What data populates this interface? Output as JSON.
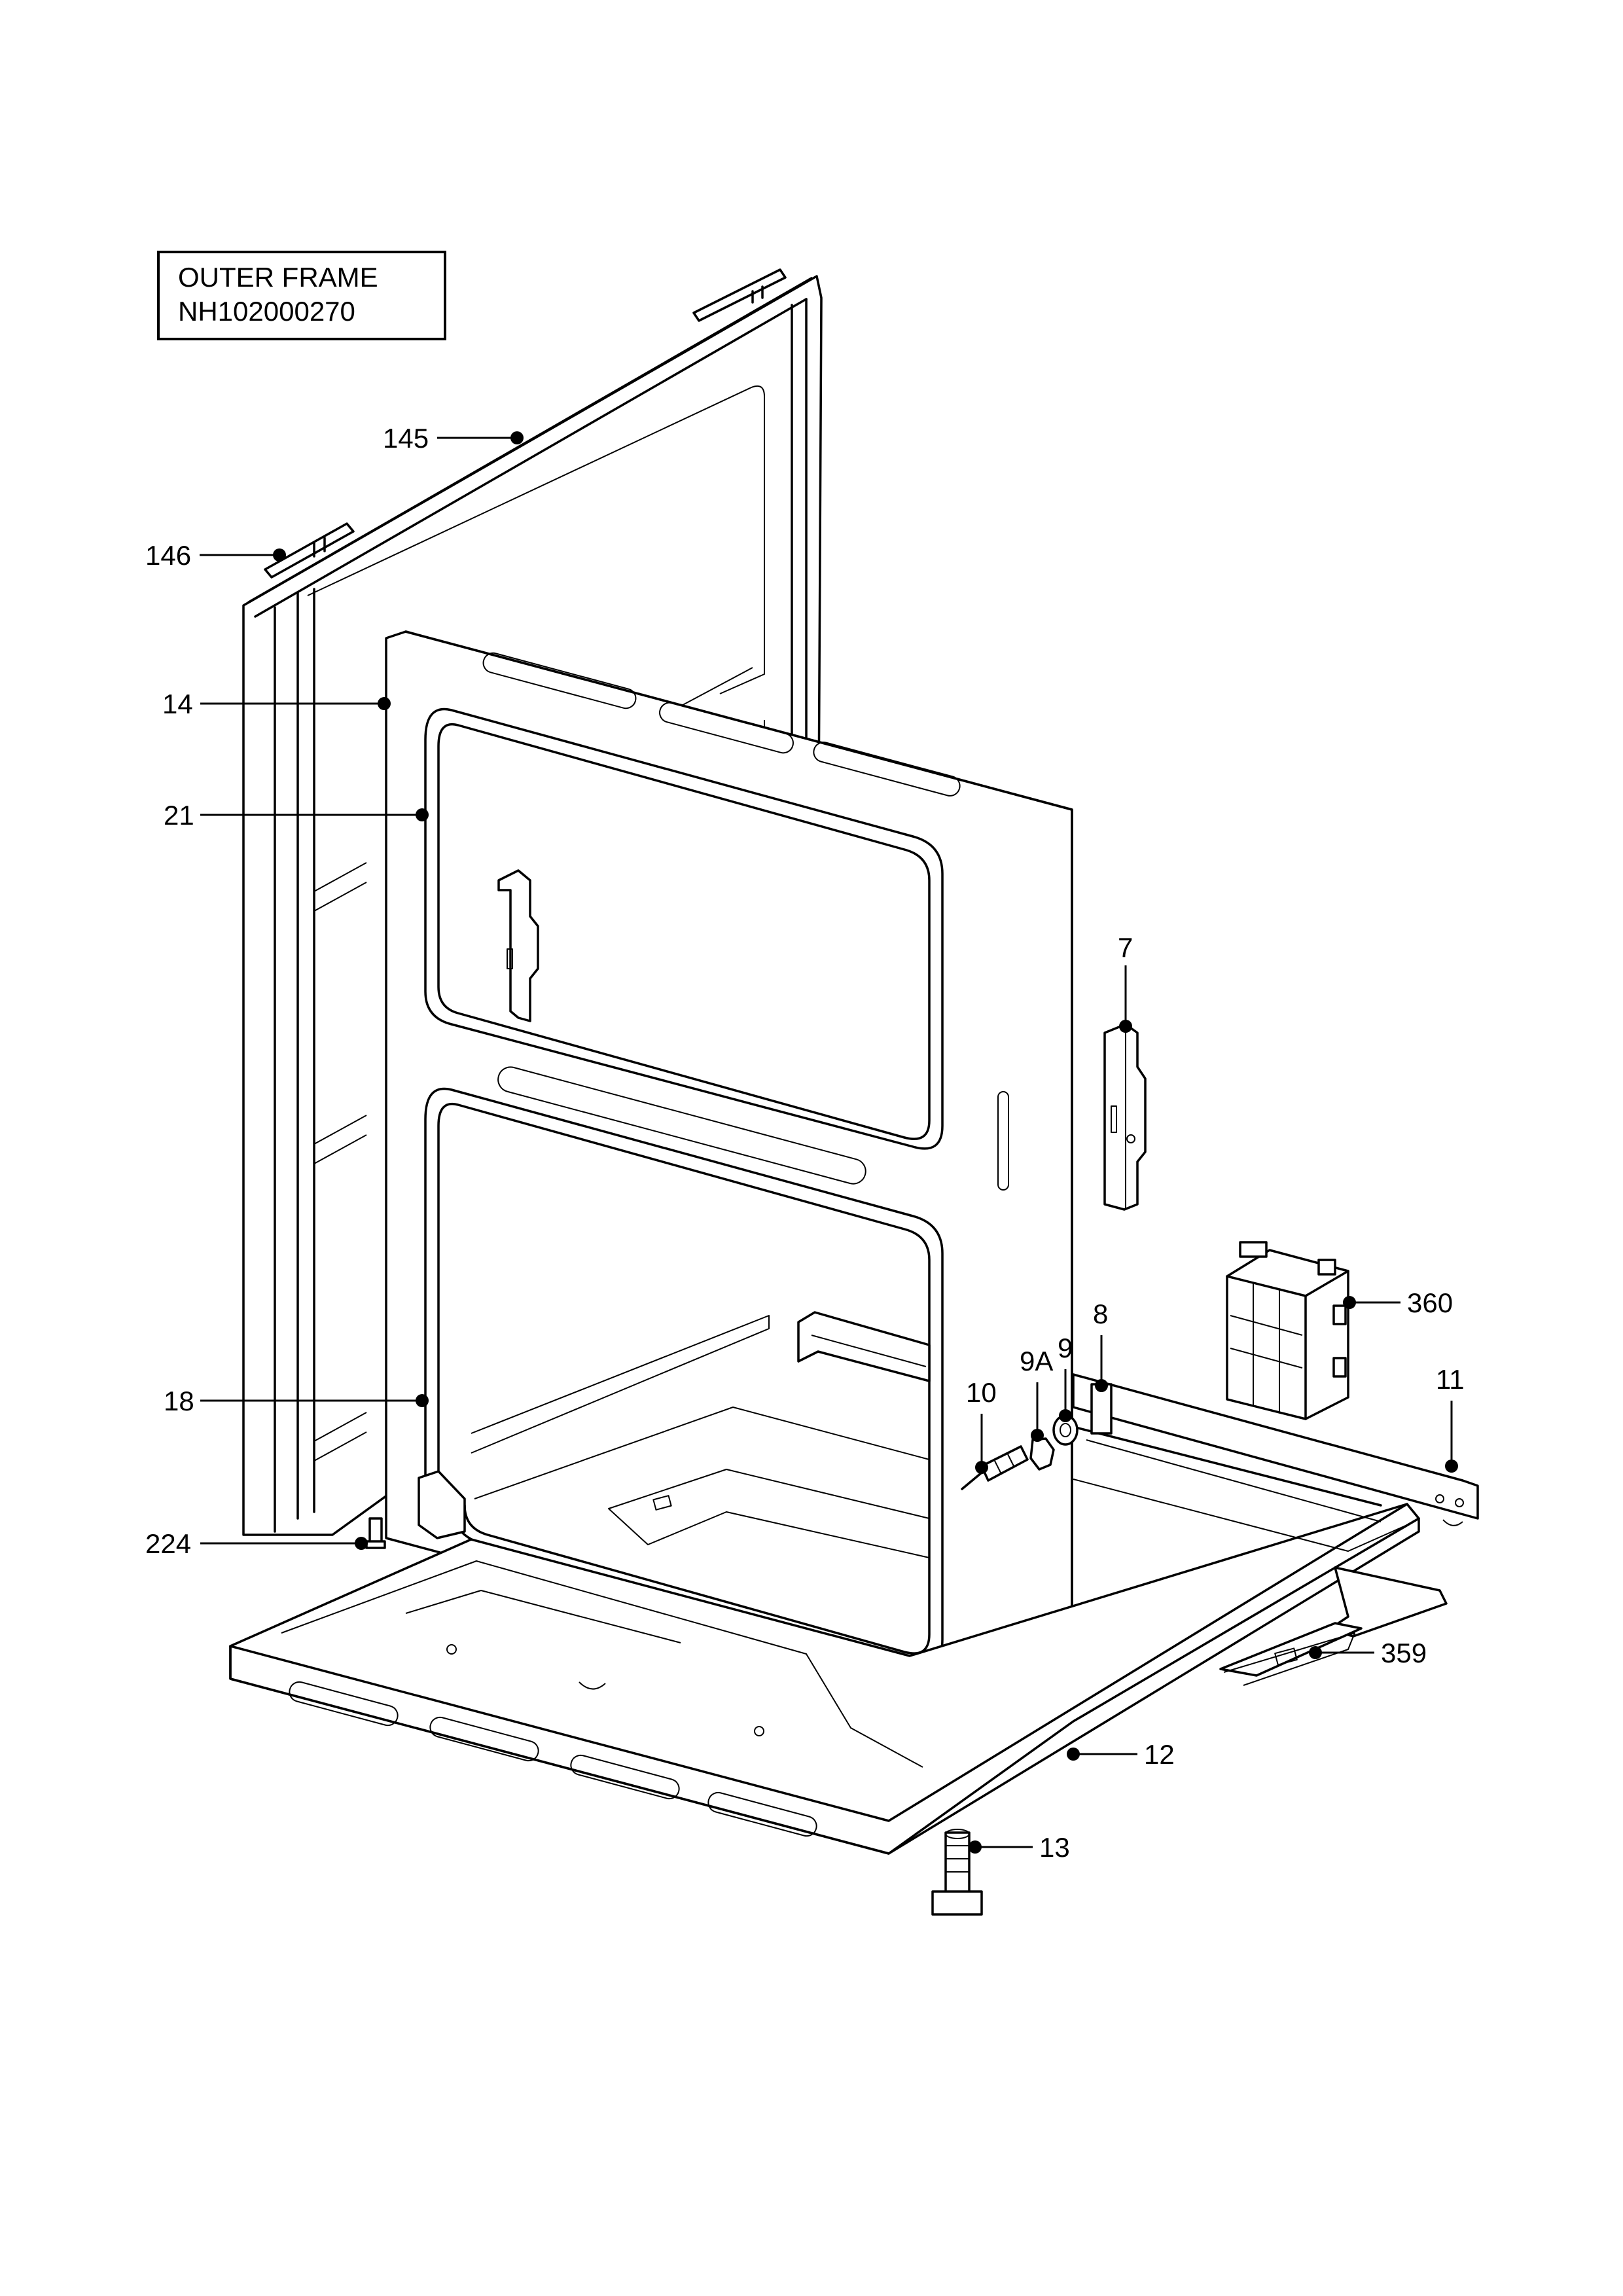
{
  "title_box": {
    "line1": "OUTER FRAME",
    "line2": "NH102000270"
  },
  "callouts": {
    "c145": "145",
    "c146": "146",
    "c14": "14",
    "c21": "21",
    "c18": "18",
    "c224": "224",
    "c7": "7",
    "c360": "360",
    "c8": "8",
    "c9": "9",
    "c9A": "9A",
    "c10": "10",
    "c11": "11",
    "c359": "359",
    "c12": "12",
    "c13": "13"
  }
}
